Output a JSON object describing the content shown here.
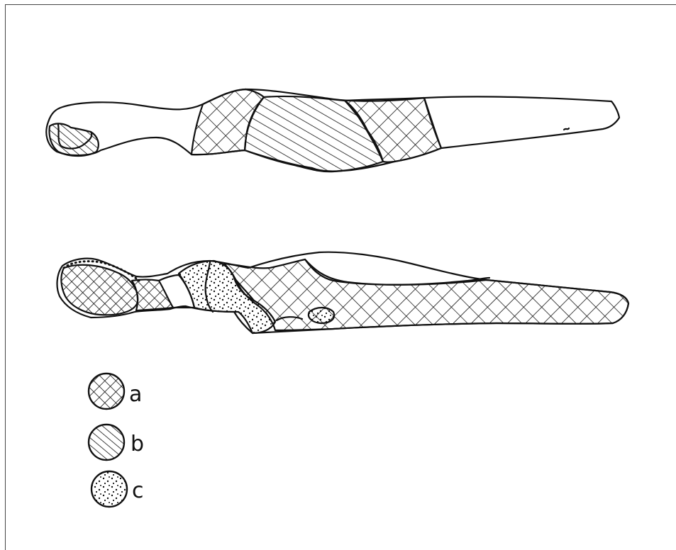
{
  "figure": {
    "views": [
      "upper-object-view",
      "lower-object-view"
    ],
    "ink_color": "#111111",
    "background": "#ffffff",
    "pattern_names": {
      "a": "cross-hatch",
      "b": "diagonal-hatch",
      "c": "stipple"
    }
  },
  "legend": {
    "items": [
      {
        "key": "a",
        "label": "a",
        "pattern": "cross-hatch"
      },
      {
        "key": "b",
        "label": "b",
        "pattern": "diagonal-hatch"
      },
      {
        "key": "c",
        "label": "c",
        "pattern": "stipple"
      }
    ]
  }
}
